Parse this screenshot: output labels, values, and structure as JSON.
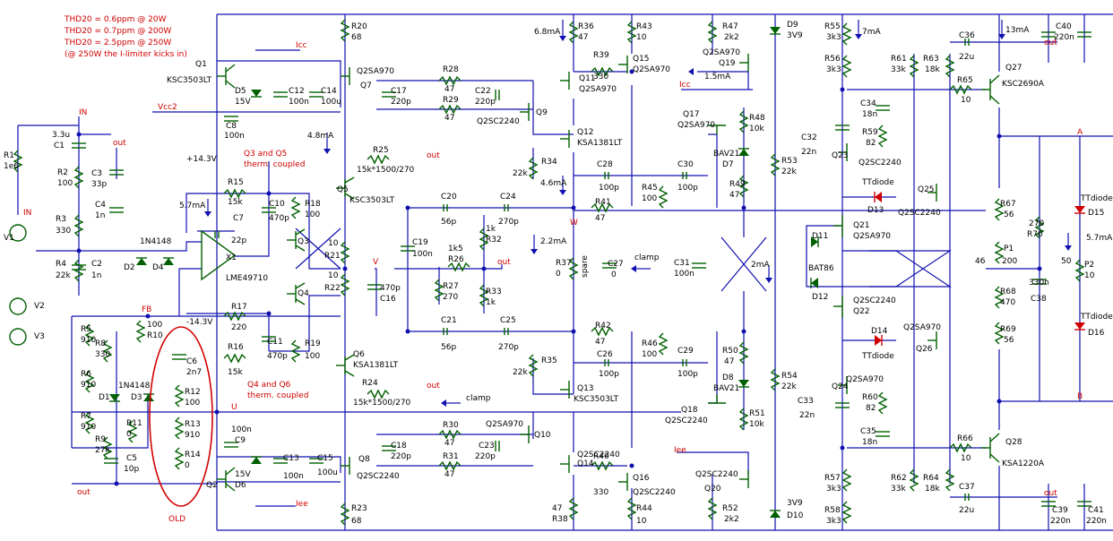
{
  "notes": {
    "thd_lines": [
      "THD20 = 0.6ppm @ 20W",
      "THD20 = 0.7ppm @ 200W",
      "THD20 = 2.5ppm @ 250W",
      "(@ 250W the I-limiter kicks in)"
    ],
    "thermal_q3_q5": [
      "Q3 and Q5",
      "therm. coupled"
    ],
    "thermal_q4_q6": [
      "Q4 and Q6",
      "therm. coupled"
    ],
    "old_label": "OLD"
  },
  "nets": {
    "icc": "Icc",
    "vcc2": "Vcc2",
    "iee": "Iee",
    "in": "IN",
    "out": "out",
    "fb": "FB",
    "u": "U",
    "w": "W",
    "v": "V",
    "a": "A",
    "b": "B",
    "clamp": "clamp",
    "spare": "spare",
    "plus_rail": "+14.3V",
    "minus_rail": "-14.3V"
  },
  "currents": {
    "i_68ma": "6.8mA",
    "i_48ma": "4.8mA",
    "i_57ma_a": "5.7mA",
    "i_46ma": "4.6mA",
    "i_22ma": "2.2mA",
    "i_15ma": "1.5mA",
    "i_2ma": "2mA",
    "i_7ma": "7mA",
    "i_13ma": "13mA",
    "i_57ma_b": "5.7mA"
  },
  "parts": {
    "r1": [
      "R1",
      "1e6"
    ],
    "c1": [
      "C1",
      "3.3u"
    ],
    "r2": [
      "R2",
      "100"
    ],
    "c3": [
      "C3",
      "33p"
    ],
    "c4": [
      "C4",
      "1n"
    ],
    "r3": [
      "R3",
      "330"
    ],
    "r4": [
      "R4",
      "22k"
    ],
    "c2": [
      "C2",
      "1n"
    ],
    "v1": "V1",
    "v2": "V2",
    "v3": "V3",
    "d2": "D2",
    "d4": "D4",
    "d_1n4148_a": "1N4148",
    "x1": [
      "X1",
      "LME49710"
    ],
    "r5": [
      "R5",
      "910"
    ],
    "r6": [
      "R6",
      "910"
    ],
    "r7": [
      "R7",
      "910"
    ],
    "r8": [
      "R8",
      "330"
    ],
    "r9": [
      "R9",
      "27k"
    ],
    "r10": [
      "R10",
      "100"
    ],
    "r11": [
      "R11",
      "0"
    ],
    "c5": [
      "C5",
      "10p"
    ],
    "d1": "D1",
    "d3": "D3",
    "d_1n4148_b": "1N4148",
    "c6": [
      "C6",
      "2n7"
    ],
    "r12": [
      "R12",
      "100"
    ],
    "r13": [
      "R13",
      "910"
    ],
    "r14": [
      "R14",
      "0"
    ],
    "q1": [
      "Q1",
      "KSC3503LT"
    ],
    "q2": "Q2",
    "d5": [
      "D5",
      "15V"
    ],
    "d6": [
      "D6",
      "15V"
    ],
    "c8": [
      "C8",
      "100n"
    ],
    "c9": [
      "C9",
      "100n"
    ],
    "c12": [
      "C12",
      "100n"
    ],
    "c14": [
      "C14",
      "100u"
    ],
    "c13": [
      "C13",
      "100n"
    ],
    "c15": [
      "C15",
      "100u"
    ],
    "r15": [
      "R15",
      "15k"
    ],
    "r16": [
      "R16",
      "15k"
    ],
    "c7": [
      "C7",
      "22p"
    ],
    "r17": [
      "R17",
      "220"
    ],
    "c10": [
      "C10",
      "470p"
    ],
    "c11": [
      "C11",
      "470p"
    ],
    "r18": [
      "R18",
      "100"
    ],
    "r19": [
      "R19",
      "100"
    ],
    "q3": "Q3",
    "q4": "Q4",
    "r21": [
      "R21",
      "10"
    ],
    "r22": [
      "R22",
      "10"
    ],
    "c16": [
      "C16",
      "470p"
    ],
    "r20": [
      "R20",
      "68"
    ],
    "r23": [
      "R23",
      "68"
    ],
    "q5": [
      "Q5",
      "KSC3503LT"
    ],
    "q6": [
      "Q6",
      "KSA1381LT"
    ],
    "q7": [
      "Q7",
      "Q2SA970"
    ],
    "q8": [
      "Q8",
      "Q2SC2240"
    ],
    "c17": [
      "C17",
      "220p"
    ],
    "c18": [
      "C18",
      "220p"
    ],
    "r25": [
      "R25",
      "15k*1500/270"
    ],
    "r24": [
      "R24",
      "15k*1500/270"
    ],
    "r28": [
      "R28",
      "47"
    ],
    "r29": [
      "R29",
      "47"
    ],
    "r30": [
      "R30",
      "47"
    ],
    "r31": [
      "R31",
      "47"
    ],
    "c22": [
      "C22",
      "220p"
    ],
    "c23": [
      "C23",
      "220p"
    ],
    "q9": [
      "Q9",
      "Q2SC2240"
    ],
    "q10": [
      "Q10",
      "Q2SA970"
    ],
    "c19": [
      "C19",
      "100n"
    ],
    "c20": [
      "C20",
      "56p"
    ],
    "c21": [
      "C21",
      "56p"
    ],
    "r26": [
      "R26",
      "1k5"
    ],
    "r27": [
      "R27",
      "270"
    ],
    "r32": [
      "R32",
      "1k"
    ],
    "r33": [
      "R33",
      "1k"
    ],
    "c24": [
      "C24",
      "270p"
    ],
    "c25": [
      "C25",
      "270p"
    ],
    "r34": [
      "R34",
      "22k"
    ],
    "r35": [
      "R35",
      "22k"
    ],
    "r36": [
      "R36",
      "47"
    ],
    "r37": [
      "R37",
      "0"
    ],
    "r38": [
      "R38",
      "47"
    ],
    "c27": [
      "C27",
      "0"
    ],
    "q11": [
      "Q11",
      "Q2SA970"
    ],
    "q12": [
      "Q12",
      "KSA1381LT"
    ],
    "q13": [
      "Q13",
      "KSC3503LT"
    ],
    "q14": [
      "Q14",
      "Q2SC2240"
    ],
    "r39": [
      "R39",
      "330"
    ],
    "r40": [
      "R40",
      "330"
    ],
    "q15": [
      "Q15",
      "Q2SA970"
    ],
    "q16": [
      "Q16",
      "Q2SC2240"
    ],
    "r41": [
      "R41",
      "47"
    ],
    "r42": [
      "R42",
      "47"
    ],
    "r43": [
      "R43",
      "10"
    ],
    "r44": [
      "R44",
      "10"
    ],
    "c28": [
      "C28",
      "100p"
    ],
    "c26": [
      "C26",
      "100p"
    ],
    "c30": [
      "C30",
      "100p"
    ],
    "c29": [
      "C29",
      "100p"
    ],
    "r45": [
      "R45",
      "100"
    ],
    "r46": [
      "R46",
      "100"
    ],
    "c31": [
      "C31",
      "100n"
    ],
    "r47": [
      "R47",
      "2k2"
    ],
    "r52": [
      "R52",
      "2k2"
    ],
    "q19": [
      "Q19",
      "Q2SA970"
    ],
    "q17": [
      "Q17",
      "Q2SA970"
    ],
    "q18": [
      "Q18",
      "Q2SC2240"
    ],
    "q20": [
      "Q20",
      "Q2SC2240"
    ],
    "r48": [
      "R48",
      "10k"
    ],
    "r49": [
      "R49",
      "47"
    ],
    "r50": [
      "R50",
      "47"
    ],
    "r51": [
      "R51",
      "10k"
    ],
    "d7": [
      "D7",
      "BAV21"
    ],
    "d8": [
      "D8",
      "BAV21"
    ],
    "d9": [
      "D9",
      "3V9"
    ],
    "d10": [
      "D10",
      "3V9"
    ],
    "r53": [
      "R53",
      "22k"
    ],
    "r54": [
      "R54",
      "22k"
    ],
    "r55": [
      "R55",
      "3k3"
    ],
    "r56": [
      "R56",
      "3k3"
    ],
    "r57": [
      "R57",
      "3k3"
    ],
    "r58": [
      "R58",
      "3k3"
    ],
    "r59": [
      "R59",
      "82"
    ],
    "r60": [
      "R60",
      "82"
    ],
    "c32": [
      "C32",
      "22n"
    ],
    "c33": [
      "C33",
      "22n"
    ],
    "c34": [
      "C34",
      "18n"
    ],
    "c35": [
      "C35",
      "18n"
    ],
    "q23": [
      "Q23",
      "Q2SC2240"
    ],
    "q24": [
      "Q24",
      "Q2SA970"
    ],
    "q21": [
      "Q21",
      "Q2SA970"
    ],
    "q22": [
      "Q22",
      "Q2SC2240"
    ],
    "d11": [
      "D11",
      "BAT86"
    ],
    "d12": "D12",
    "d13": [
      "D13",
      "TTdiode"
    ],
    "d14": [
      "D14",
      "TTdiode"
    ],
    "q25": [
      "Q25",
      "Q2SC2240"
    ],
    "q26": [
      "Q26",
      "Q2SA970"
    ],
    "r61": [
      "R61",
      "33k"
    ],
    "r62": [
      "R62",
      "33k"
    ],
    "r63": [
      "R63",
      "18k"
    ],
    "r64": [
      "R64",
      "18k"
    ],
    "c36": [
      "C36",
      "22u"
    ],
    "c37": [
      "C37",
      "22u"
    ],
    "r65": [
      "R65",
      "10"
    ],
    "r66": [
      "R66",
      "10"
    ],
    "q27": [
      "Q27",
      "KSC2690A"
    ],
    "q28": [
      "Q28",
      "KSA1220A"
    ],
    "r67": [
      "R67",
      "56"
    ],
    "r68": [
      "R68",
      "470"
    ],
    "r69": [
      "R69",
      "56"
    ],
    "r70": [
      "R70",
      "270"
    ],
    "p1": [
      "P1",
      "200"
    ],
    "p1_46": "46",
    "p2": [
      "P2",
      "10"
    ],
    "p2_50": "50",
    "c38": [
      "C38",
      "330n"
    ],
    "d15": [
      "D15",
      "TTdiode"
    ],
    "d16": [
      "D16",
      "TTdiode"
    ],
    "c39": [
      "C39",
      "220n"
    ],
    "c40": [
      "C40",
      "220n"
    ],
    "c41": [
      "C41",
      "220n"
    ]
  },
  "colors": {
    "wire": "#1010b0",
    "component": "#006000",
    "note": "#d00000",
    "old_marker": "#d00000"
  }
}
